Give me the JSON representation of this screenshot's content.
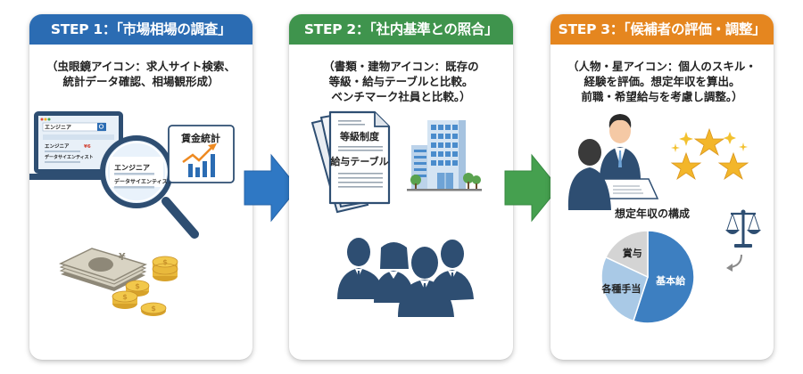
{
  "colors": {
    "step1": "#2b6cb3",
    "step2": "#3f944d",
    "step3": "#e5861f",
    "navy": "#2e4e72"
  },
  "steps": [
    {
      "title": "STEP 1：「市場相場の調査」",
      "description": "（虫眼鏡アイコン：求人サイト検索、\n統計データ確認、相場観形成）",
      "illustration": {
        "icons": [
          "laptop-icon",
          "magnifier-icon",
          "wage-stats-chart-icon",
          "banknotes-icon",
          "coins-icon"
        ],
        "laptop_search_text": "エンジニア",
        "laptop_rows": [
          "エンジニア",
          "データサイエンティスト"
        ],
        "laptop_price": "¥6",
        "magnifier_rows": [
          "エンジニア",
          "データサイエンティスト"
        ],
        "stats_label": "賃金統計",
        "currency_symbol": "¥",
        "coin_symbol": "$"
      }
    },
    {
      "title": "STEP 2：「社内基準との照合」",
      "description": "（書類・建物アイコン：既存の\n等級・給与テーブルと比較。\nベンチマーク社員と比較。）",
      "illustration": {
        "icons": [
          "documents-icon",
          "building-icon",
          "employees-group-icon"
        ],
        "doc_labels": [
          "等級制度",
          "給与テーブル"
        ]
      }
    },
    {
      "title": "STEP 3：「候補者の評価・調整」",
      "description": "（人物・星アイコン：個人のスキル・\n経験を評価。想定年収を算出。\n前職・希望給与を考慮し調整。）",
      "illustration": {
        "icons": [
          "interview-icon",
          "stars-icon",
          "scale-icon"
        ]
      }
    }
  ],
  "chart_data": {
    "type": "pie",
    "title": "想定年収の構成",
    "categories": [
      "基本給",
      "各種手当",
      "賞与"
    ],
    "values": [
      55,
      27,
      18
    ],
    "colors": [
      "#3d7fc1",
      "#a9c9e6",
      "#d4d4d4"
    ],
    "label_colors": [
      "#ffffff",
      "#222222",
      "#222222"
    ],
    "start": "12 o'clock, clockwise",
    "legend": "none (inline labels)"
  }
}
